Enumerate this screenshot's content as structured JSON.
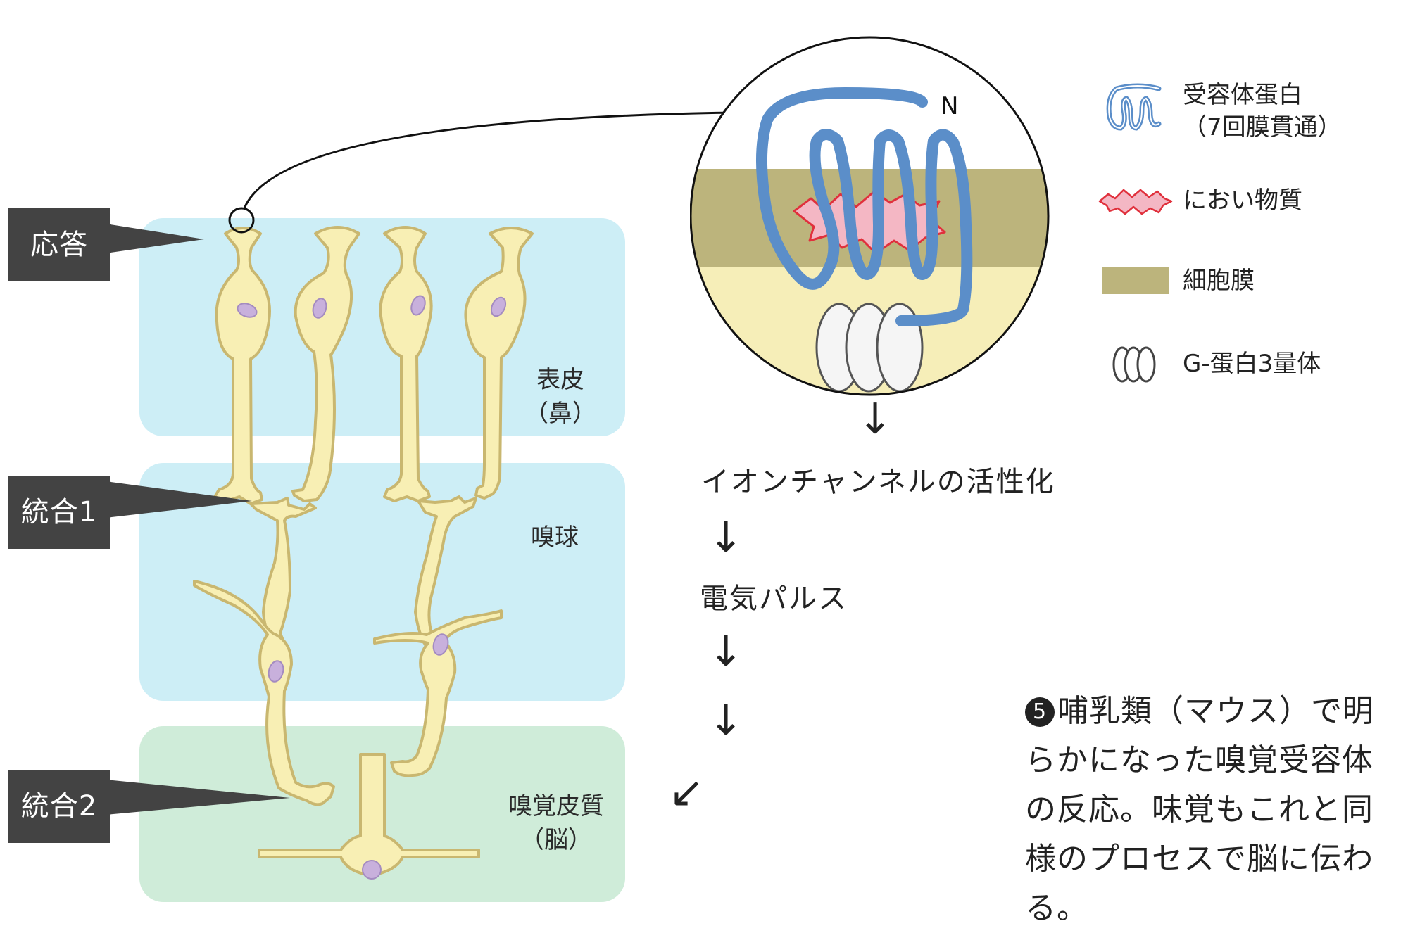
{
  "tags": {
    "response": "応答",
    "integration1": "統合1",
    "integration2": "統合2"
  },
  "zones": {
    "epidermis_line1": "表皮",
    "epidermis_line2": "（鼻）",
    "bulb": "嗅球",
    "cortex_line1": "嗅覚皮質",
    "cortex_line2": "（脳）"
  },
  "inset": {
    "n_terminal": "N"
  },
  "flow": {
    "step1": "イオンチャンネルの活性化",
    "step2": "電気パルス",
    "arrow_down": "↓",
    "arrow_diag": "↙"
  },
  "legend": {
    "receptor_line1": "受容体蛋白",
    "receptor_line2": "（7回膜貫通）",
    "odorant": "におい物質",
    "membrane": "細胞膜",
    "gprotein": "G-蛋白3量体"
  },
  "caption": {
    "number": "5",
    "text": "哺乳類（マウス）で明らかになった嗅覚受容体の反応。味覚もこれと同様のプロセスで脳に伝わる。"
  },
  "colors": {
    "epidermis_bg": "#cdeef6",
    "cortex_bg": "#cfecd9",
    "neuron_fill": "#f8efb4",
    "neuron_stroke": "#c9b770",
    "nucleus": "#c8b0dc",
    "receptor": "#5b8ec9",
    "odorant": "#f4b7c4",
    "membrane": "#bcb47c",
    "tag_bg": "#434343"
  }
}
